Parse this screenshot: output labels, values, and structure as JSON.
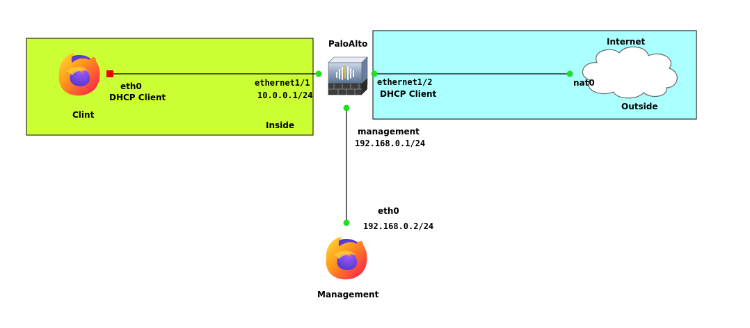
{
  "colors": {
    "inside_zone": "#ccff33",
    "outside_zone": "#aaffff",
    "link": "#000000",
    "port_up": "#22dd22",
    "port_down": "#ee0000"
  },
  "zones": {
    "inside": {
      "label": "Inside"
    },
    "outside": {
      "label": "Outside",
      "title": "Internet"
    }
  },
  "nodes": {
    "client": {
      "name": "Clint",
      "icon": "firefox-icon",
      "iface": "eth0",
      "iface_mode": "DHCP Client"
    },
    "firewall": {
      "name": "PaloAlto",
      "icon": "firewall-icon"
    },
    "cloud": {
      "name": "Internet",
      "icon": "cloud-icon",
      "iface": "nat0"
    },
    "management": {
      "name": "Management",
      "icon": "firefox-icon",
      "iface": "eth0",
      "ip": "192.168.0.2/24"
    }
  },
  "links": {
    "inside": {
      "port": "ethernet1/1",
      "ip": "10.0.0.1/24"
    },
    "outside": {
      "port": "ethernet1/2",
      "mode": "DHCP Client"
    },
    "mgmt": {
      "port": "management",
      "ip": "192.168.0.1/24"
    }
  }
}
